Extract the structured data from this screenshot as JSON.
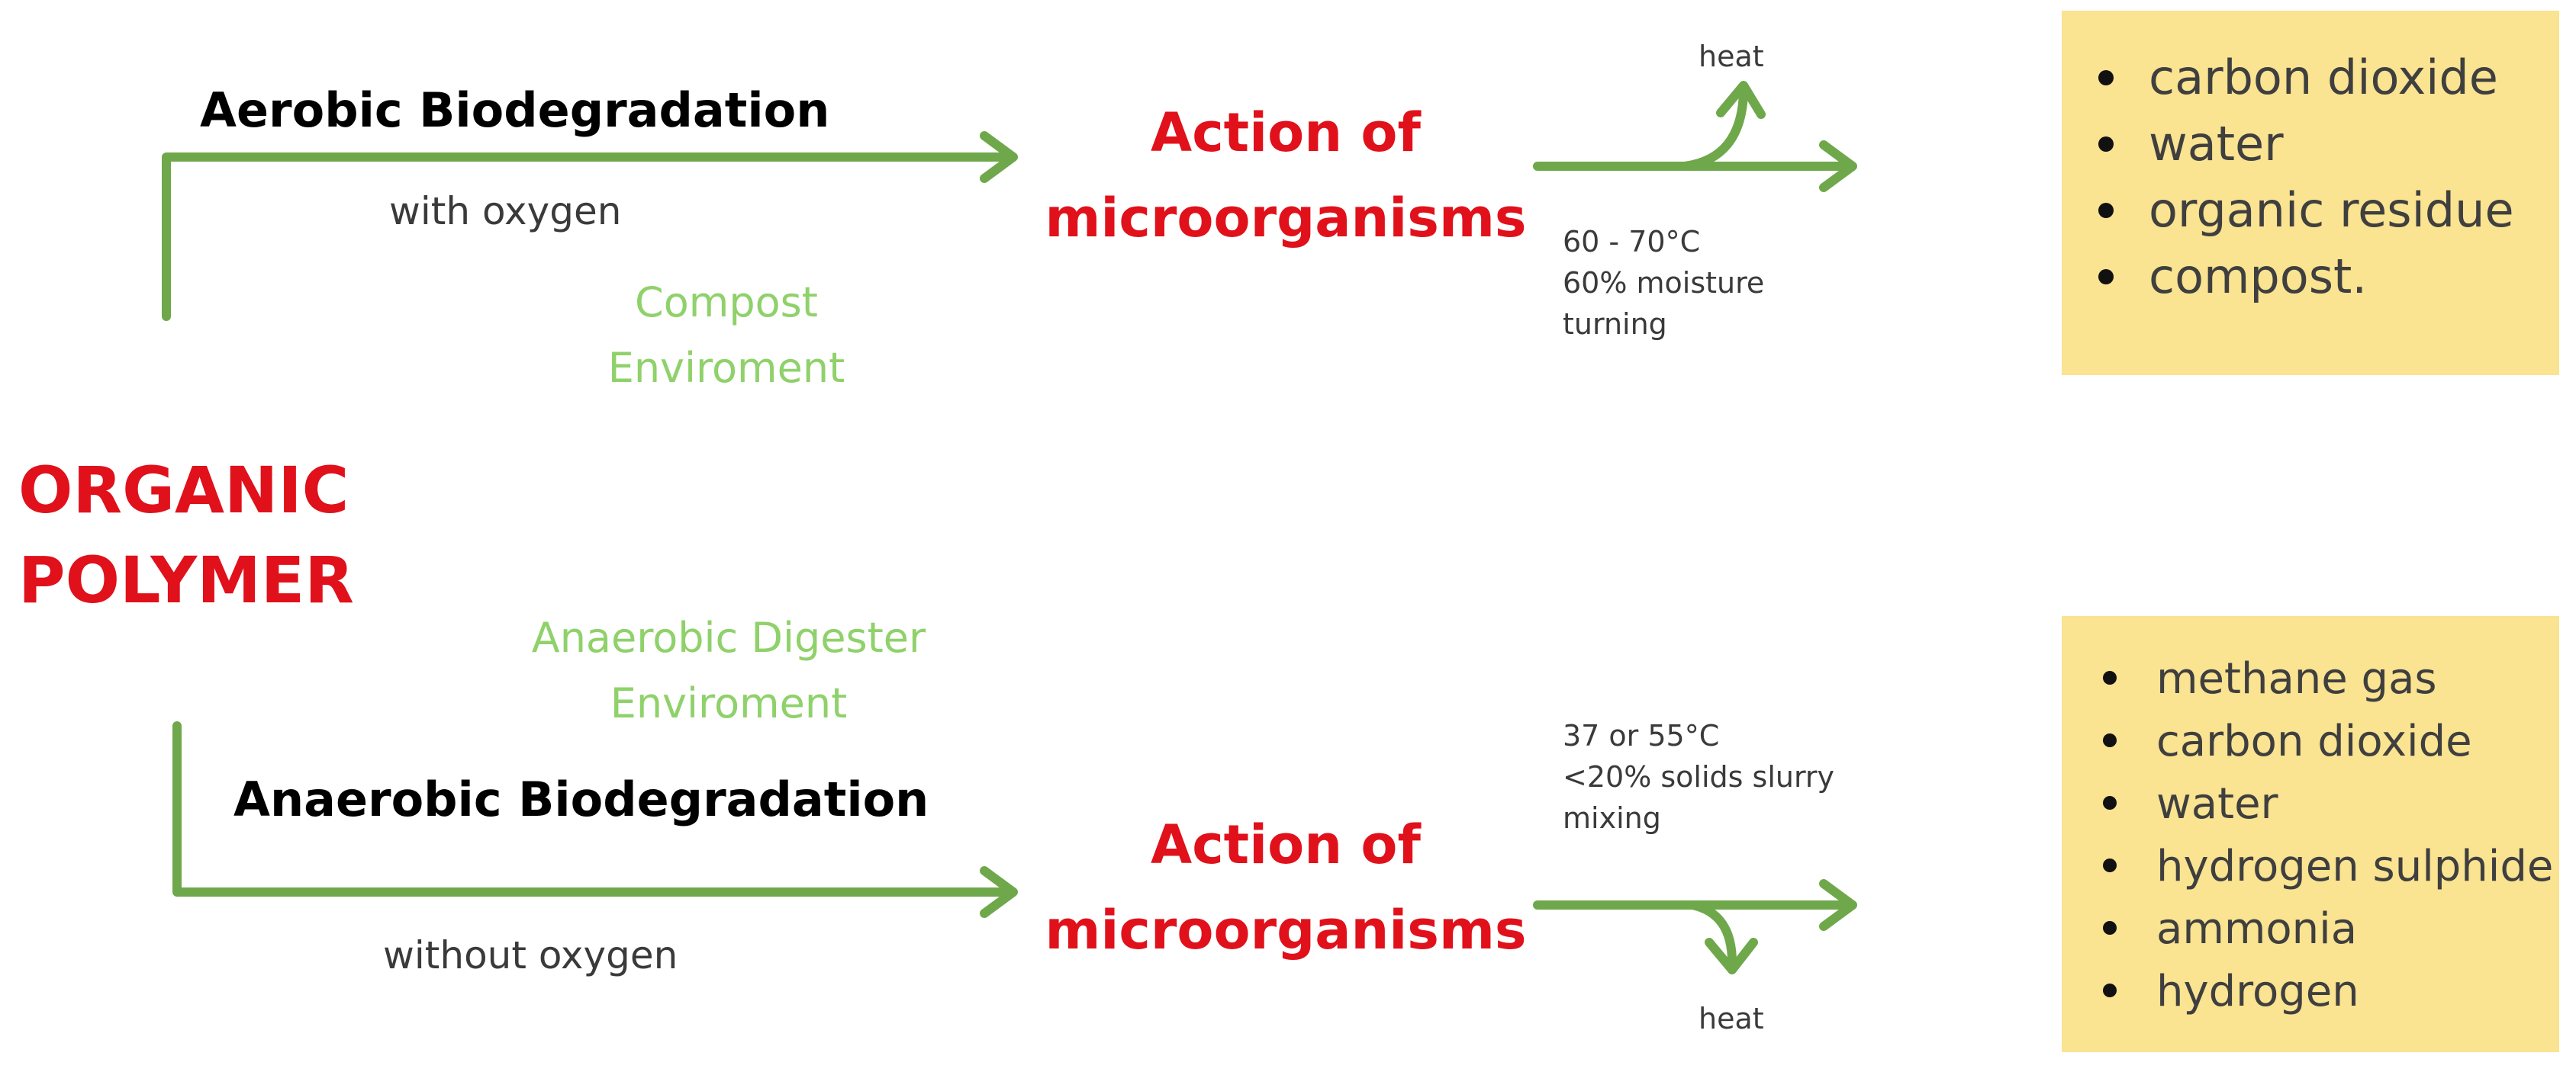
{
  "root_label": {
    "line1": "ORGANIC",
    "line2": "POLYMER"
  },
  "aerobic": {
    "process": "Aerobic Biodegradation",
    "condition": "with oxygen",
    "environment": {
      "line1": "Compost",
      "line2": "Enviroment"
    },
    "action": {
      "line1": "Action of",
      "line2": "microorganisms"
    },
    "heat": "heat",
    "parameters": [
      "60 - 70°C",
      "60% moisture",
      "turning"
    ],
    "products": [
      "carbon dioxide",
      "water",
      "organic residue",
      "compost."
    ]
  },
  "anaerobic": {
    "process": "Anaerobic Biodegradation",
    "condition": "without oxygen",
    "environment": {
      "line1": "Anaerobic Digester",
      "line2": "Enviroment"
    },
    "action": {
      "line1": "Action of",
      "line2": "microorganisms"
    },
    "heat": "heat",
    "parameters": [
      "37 or 55°C",
      "<20% solids slurry",
      "mixing"
    ],
    "products": [
      "methane gas",
      "carbon dioxide",
      "water",
      "hydrogen sulphide",
      "ammonia",
      "hydrogen"
    ]
  },
  "colors": {
    "arrow_green": "#6fa84a",
    "accent_red": "#e0111b",
    "environment_green": "#8fd16a",
    "products_box": "#fae391"
  }
}
